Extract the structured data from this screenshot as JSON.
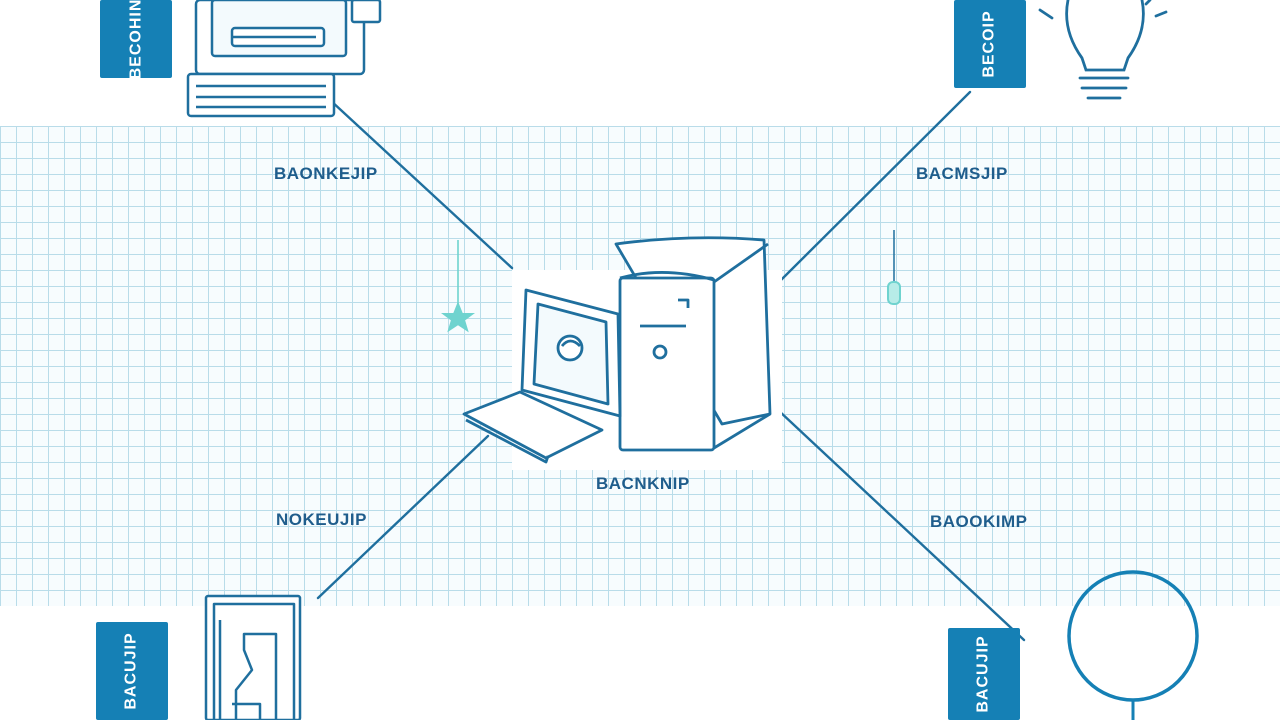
{
  "colors": {
    "stroke": "#1f6f9e",
    "accent": "#1580b5",
    "teal": "#6fd3cf",
    "grid": "#b9dce9"
  },
  "edge_labels": {
    "top_left": "BAONKEJIP",
    "top_right": "BACMSJIP",
    "center": "BACNKNIP",
    "bottom_left": "NOKEUJIP",
    "bottom_right": "BAOOKIMP"
  },
  "side_tags": {
    "top_left": "BECOHIN",
    "top_right": "BECOIP",
    "bottom_left": "BACUJIP",
    "bottom_right": "BACUJIP"
  },
  "nodes": {
    "top_left": "laptop-icon",
    "top_right": "lightbulb-icon",
    "center": "computer-tower-icon",
    "bottom_left": "document-icon",
    "bottom_right": "magnifier-icon"
  }
}
